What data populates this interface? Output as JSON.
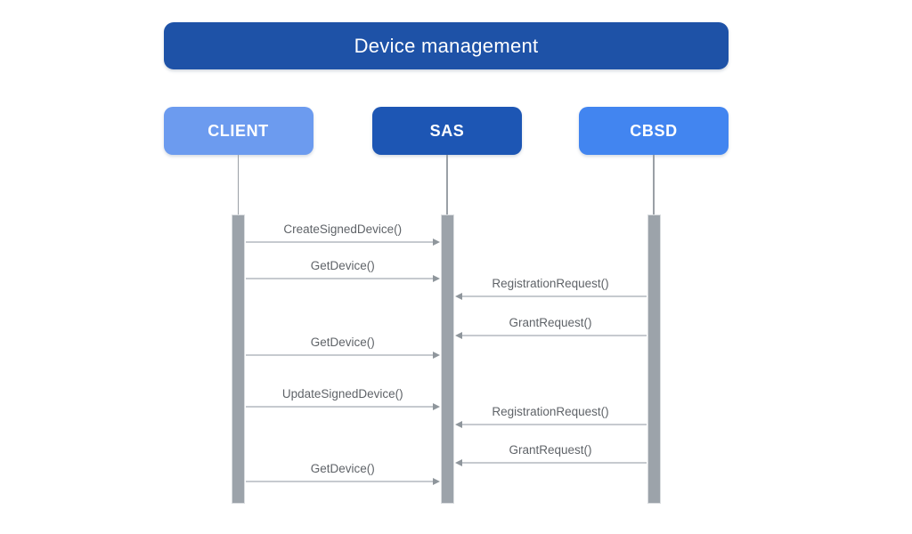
{
  "title": "Device management",
  "actors": [
    {
      "label": "CLIENT",
      "color": "#6C9BEF"
    },
    {
      "label": "SAS",
      "color": "#1D56B4"
    },
    {
      "label": "CBSD",
      "color": "#4285F0"
    }
  ],
  "messages": [
    {
      "label": "CreateSignedDevice()",
      "from": "CLIENT",
      "to": "SAS"
    },
    {
      "label": "GetDevice()",
      "from": "CLIENT",
      "to": "SAS"
    },
    {
      "label": "RegistrationRequest()",
      "from": "CBSD",
      "to": "SAS"
    },
    {
      "label": "GrantRequest()",
      "from": "CBSD",
      "to": "SAS"
    },
    {
      "label": "GetDevice()",
      "from": "CLIENT",
      "to": "SAS"
    },
    {
      "label": "UpdateSignedDevice()",
      "from": "CLIENT",
      "to": "SAS"
    },
    {
      "label": "RegistrationRequest()",
      "from": "CBSD",
      "to": "SAS"
    },
    {
      "label": "GrantRequest()",
      "from": "CBSD",
      "to": "SAS"
    },
    {
      "label": "GetDevice()",
      "from": "CLIENT",
      "to": "SAS"
    }
  ],
  "colors": {
    "title_bar": "#1E52A7",
    "title_text": "#FFFFFF",
    "actor_text": "#FFFFFF",
    "lifeline": "#9AA0A6",
    "activation_bar": "#9CA3AA",
    "activation_bar_border": "#DADDE0",
    "arrow_line": "#C6CACF",
    "arrow_head": "#8F969C",
    "message_text": "#5F6368",
    "background": "#FFFFFF"
  }
}
